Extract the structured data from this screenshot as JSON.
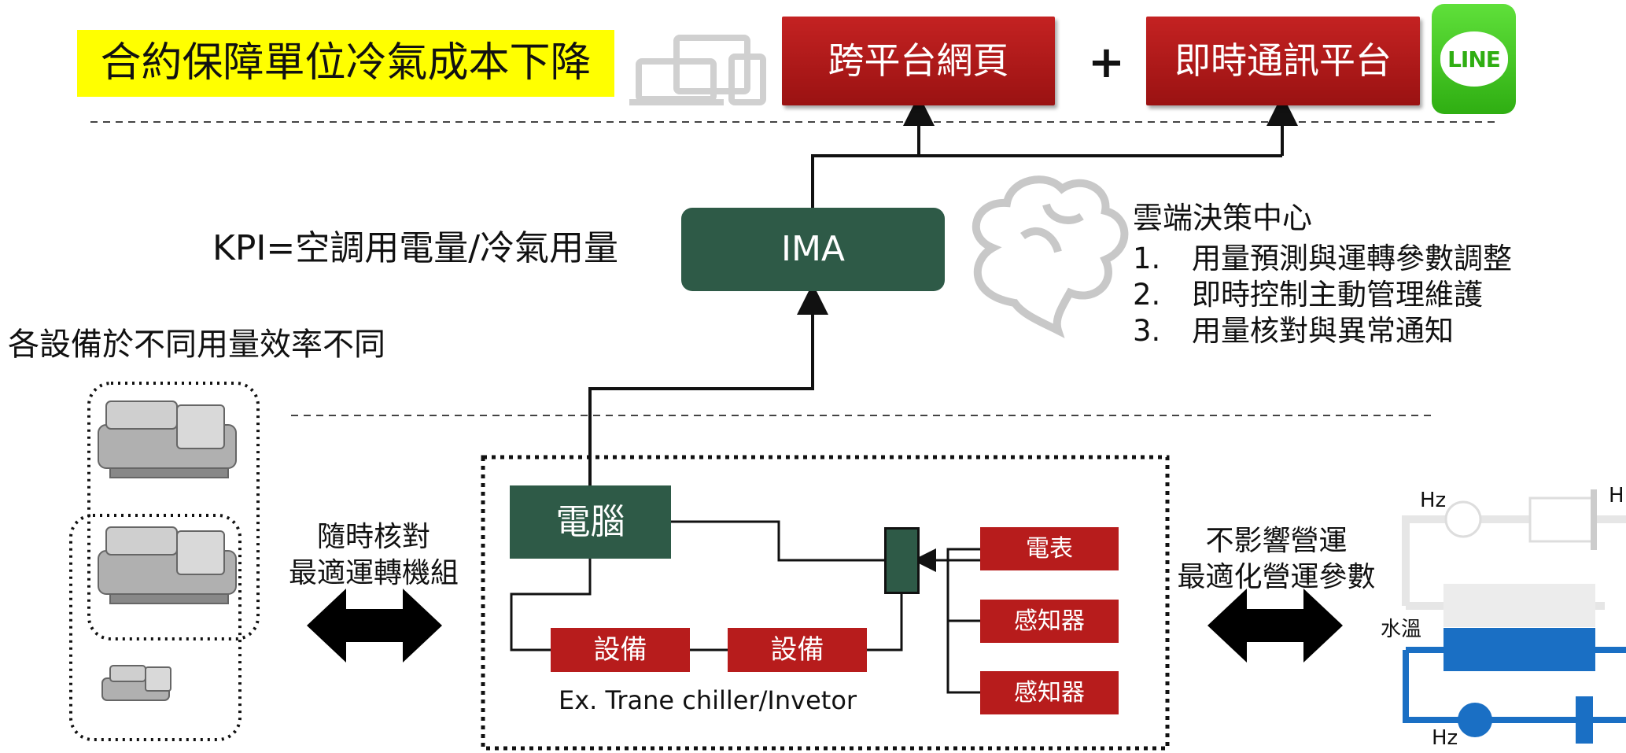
{
  "header": {
    "title": "合約保障單位冷氣成本下降",
    "web_button": "跨平台網頁",
    "plus": "+",
    "im_button": "即時通訊平台",
    "line_logo": "LINE",
    "devices_icon": "devices-icon"
  },
  "ima": {
    "label": "IMA"
  },
  "kpi": {
    "text": "KPI=空調用電量/冷氣用量"
  },
  "cloud": {
    "icon": "brain-icon",
    "title": "雲端決策中心",
    "items": [
      {
        "num": "1.",
        "text": "用量預測與運轉參數調整"
      },
      {
        "num": "2.",
        "text": "即時控制主動管理維護"
      },
      {
        "num": "3.",
        "text": "用量核對與異常通知"
      }
    ]
  },
  "left": {
    "caption": "各設備於不同用量效率不同",
    "arrow_line1": "隨時核對",
    "arrow_line2": "最適運轉機組"
  },
  "site": {
    "pc": "電腦",
    "equipment1": "設備",
    "equipment2": "設備",
    "meter": "電表",
    "sensor1": "感知器",
    "sensor2": "感知器",
    "caption": "Ex. Trane chiller/Invetor"
  },
  "right": {
    "line1": "不影響營運",
    "line2": "最適化營運參數",
    "hz_top": "Hz",
    "hz_top2": "H",
    "water_temp": "水溫",
    "hz_bottom": "Hz"
  },
  "colors": {
    "banner": "#ffff00",
    "red": "#b71c1c",
    "green": "#2e5a47",
    "line_green": "#3cc21b",
    "pipe_blue": "#1a6fc4"
  }
}
